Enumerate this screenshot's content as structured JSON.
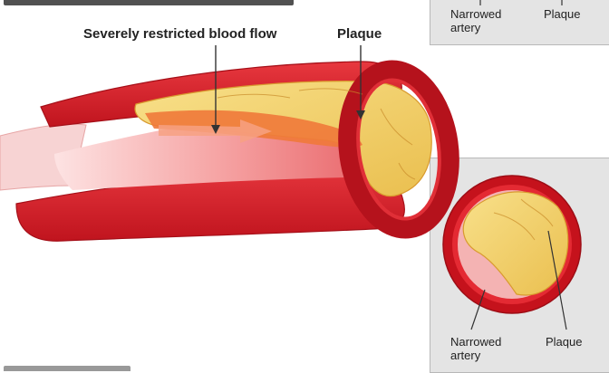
{
  "labels": {
    "blood_flow": "Severely restricted blood flow",
    "plaque_main": "Plaque",
    "top_panel_left": "Narrowed\nartery",
    "top_panel_right": "Plaque",
    "bottom_panel_left": "Narrowed\nartery",
    "bottom_panel_right": "Plaque"
  },
  "colors": {
    "artery_wall": "#d9252e",
    "artery_dark": "#b5121c",
    "lumen": "#f5a0a0",
    "plaque": "#f3cf6e",
    "plaque_edge": "#e3a840",
    "panel_bg": "#e4e4e4"
  }
}
